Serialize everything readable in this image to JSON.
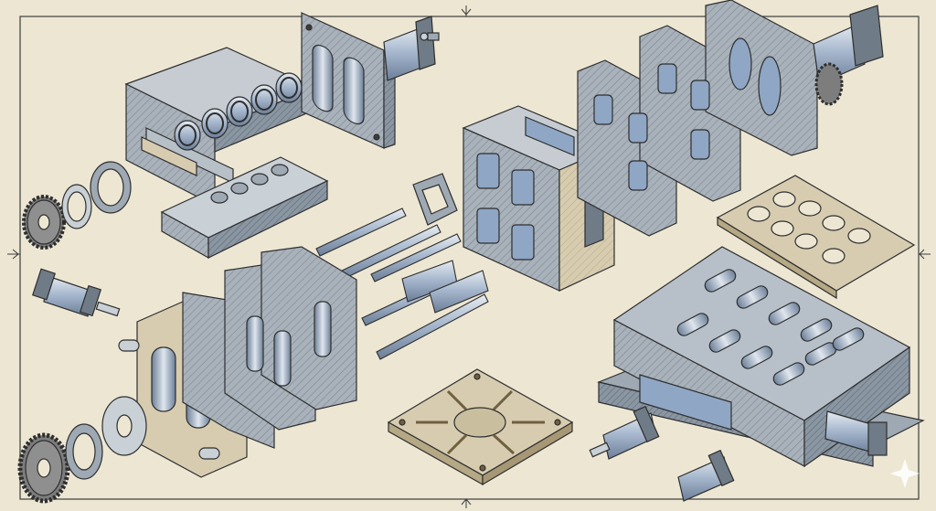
{
  "drawing": {
    "subject": "",
    "style": "isometric exploded technical illustration",
    "palette": {
      "paper": "#ece6d3",
      "frame": "#3c3c3c",
      "steel_light": "#c9d0d6",
      "steel_mid": "#9ea9b3",
      "steel_dark": "#6f7b86",
      "blue_steel": "#8fa6c4",
      "tan_plate": "#d7ccb0",
      "outline": "#2e2e2e"
    },
    "parts": [
      {
        "id": "top-left-mold-block",
        "icon": "mold-block-with-cylinders"
      },
      {
        "id": "top-cavity-plate",
        "icon": "cavity-plate"
      },
      {
        "id": "top-hydraulic-cylinder",
        "icon": "hydraulic-cylinder"
      },
      {
        "id": "ring-gear-stack-left",
        "icon": "gear-and-rings"
      },
      {
        "id": "slotted-plate",
        "icon": "slotted-plate"
      },
      {
        "id": "center-cavity-block",
        "icon": "cavity-block"
      },
      {
        "id": "right-stacked-plates",
        "icon": "stacked-cavity-plates"
      },
      {
        "id": "top-right-cylinder",
        "icon": "hydraulic-cylinder"
      },
      {
        "id": "perforated-tan-plate",
        "icon": "perforated-plate"
      },
      {
        "id": "ejector-pins",
        "icon": "pin-set"
      },
      {
        "id": "bottom-left-mold-assembly",
        "icon": "mold-assembly"
      },
      {
        "id": "bottom-gear-stack",
        "icon": "gear-and-rings"
      },
      {
        "id": "small-cylinder-left",
        "icon": "hydraulic-cylinder"
      },
      {
        "id": "radial-base-plate",
        "icon": "radial-plate"
      },
      {
        "id": "multi-cavity-mold-base",
        "icon": "multi-cavity-mold"
      },
      {
        "id": "bottom-cylinders",
        "icon": "hydraulic-cylinder"
      },
      {
        "id": "sparkle-mark",
        "icon": "sparkle-icon"
      }
    ]
  }
}
